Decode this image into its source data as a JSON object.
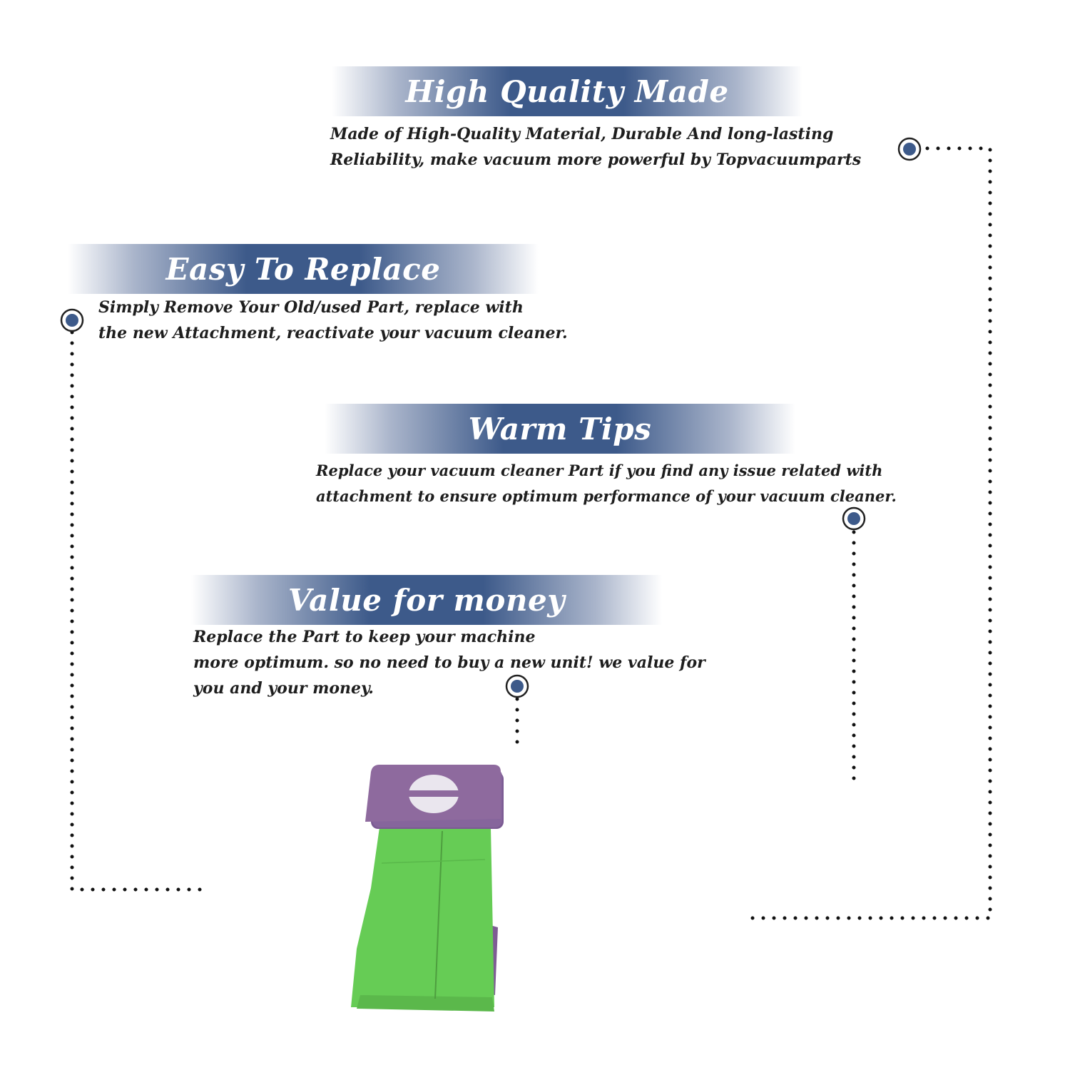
{
  "sections": {
    "high_quality": {
      "title": "High Quality Made",
      "lines": [
        "Made of  High-Quality Material, Durable And long-lasting",
        "Reliability, make vacuum more powerful by Topvacuumparts"
      ]
    },
    "easy_replace": {
      "title": "Easy To Replace",
      "lines": [
        "Simply Remove Your Old/used Part, replace with",
        "the new Attachment, reactivate your vacuum cleaner."
      ]
    },
    "warm_tips": {
      "title": "Warm Tips",
      "lines": [
        "Replace your vacuum cleaner Part if you find any issue related with",
        " attachment to ensure optimum performance of your vacuum cleaner."
      ]
    },
    "value_money": {
      "title": "Value for money",
      "lines": [
        "Replace the Part to keep your machine",
        "more optimum. so no need to buy a new unit! we value for",
        "you and your money."
      ]
    }
  },
  "colors": {
    "banner_blue": "#3d5a8a",
    "marker_blue": "#3d5a8a",
    "bag_green": "#66cc55",
    "bag_purple": "#8e6a9e",
    "text": "#1e1e1e"
  },
  "icons": [
    "target-marker-icon",
    "vacuum-bag-icon"
  ]
}
